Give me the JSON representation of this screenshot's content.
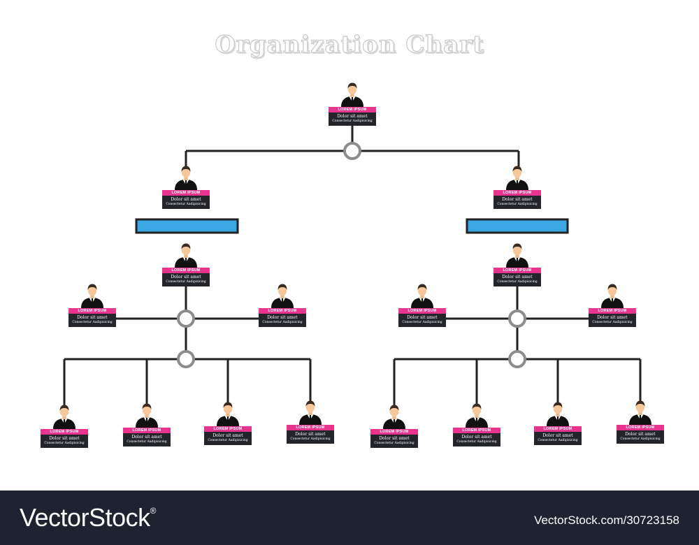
{
  "title": "Organization Chart",
  "card": {
    "head": "LOREM IPSUM",
    "name": "Dolor sit amet",
    "desc": "Consectetur Aadipisicing"
  },
  "colors": {
    "card_head": "#e8338f",
    "card_body": "#24252b",
    "bar": "#3aa7e3",
    "line": "#222222",
    "hub": "#8c8c8c",
    "footer": "#1f2230"
  },
  "footer": {
    "brand": "VectorStock",
    "registered": "®",
    "image_id": "VectorStock.com/30723158"
  }
}
